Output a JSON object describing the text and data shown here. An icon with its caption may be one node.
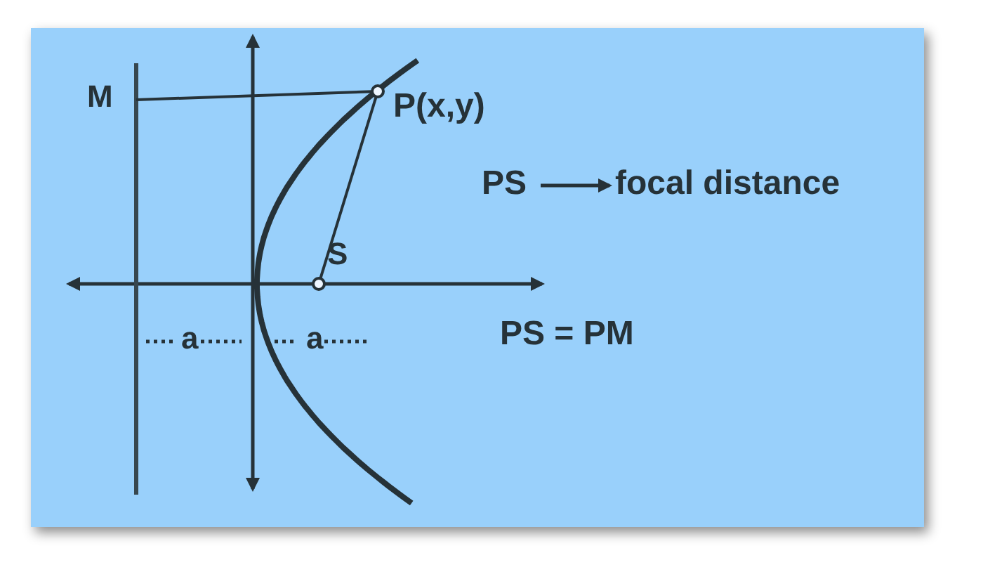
{
  "diagram": {
    "nodes": [
      {
        "text": [
          "M"
        ]
      },
      {
        "text": [
          "P(x,y)"
        ]
      },
      {
        "text": [
          "S"
        ]
      },
      {
        "text": [
          "PS"
        ]
      },
      {
        "text": [
          "focal distance"
        ]
      }
    ],
    "edges": [
      {
        "from": 0,
        "to": 1,
        "arrow": "none"
      },
      {
        "from": 1,
        "to": 2,
        "arrow": "none"
      },
      {
        "from": 3,
        "to": 4,
        "arrow": "to"
      }
    ],
    "labels": [
      "a",
      "a",
      "PS = PM"
    ]
  }
}
